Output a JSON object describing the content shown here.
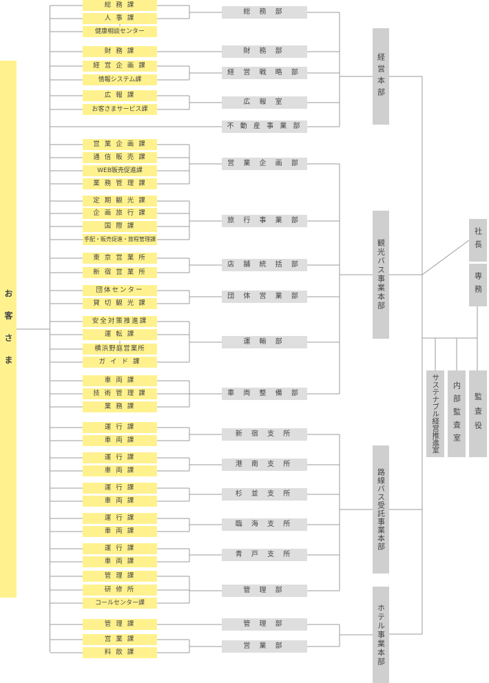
{
  "customer": "お 客 さ ま",
  "groups": [
    {
      "sections": [
        "総 務 課",
        "人 事 課",
        "健康相談センター"
      ],
      "dept": "総 務 部"
    },
    {
      "sections": [
        "財 務 課"
      ],
      "dept": "財 務 部"
    },
    {
      "sections": [
        "経 営 企 画 課",
        "情報システム課"
      ],
      "dept": "経 営 戦 略 部"
    },
    {
      "sections": [
        "広 報 課",
        "お客さまサービス課"
      ],
      "dept": "広 報 室"
    },
    {
      "sections": [],
      "dept": "不 動 産 事 業 部"
    },
    {
      "sections": [
        "営 業 企 画 課",
        "通 信 販 売 課",
        "WEB販売促進課",
        "業 務 管 理 課"
      ],
      "dept": "営 業 企 画 部"
    },
    {
      "sections": [
        "定 期 観 光 課",
        "企 画 旅 行 課",
        "国 際 課",
        "手配・販売促進・旅程管理課"
      ],
      "dept": "旅 行 事 業 部"
    },
    {
      "sections": [
        "東 京 営 業 所",
        "新 宿 営 業 所"
      ],
      "dept": "店 舗 統 括 部"
    },
    {
      "sections": [
        "団体センター",
        "貸 切 観 光 課"
      ],
      "dept": "団 体 営 業 部"
    },
    {
      "sections": [
        "安全対策推進課",
        "運 転 課",
        "横浜野庭営業所",
        "ガ イ ド 課"
      ],
      "dept": "運 輸 部"
    },
    {
      "sections": [
        "車 両 課",
        "技 術 管 理 課",
        "業 務 課"
      ],
      "dept": "車 両 整 備 部"
    },
    {
      "sections": [
        "運 行 課",
        "車 両 課"
      ],
      "dept": "新 宿 支 所"
    },
    {
      "sections": [
        "運 行 課",
        "車 両 課"
      ],
      "dept": "港 南 支 所"
    },
    {
      "sections": [
        "運 行 課",
        "車 両 課"
      ],
      "dept": "杉 並 支 所"
    },
    {
      "sections": [
        "運 行 課",
        "車 両 課"
      ],
      "dept": "臨 海 支 所"
    },
    {
      "sections": [
        "運 行 課",
        "車 両 課"
      ],
      "dept": "青 戸 支 所"
    },
    {
      "sections": [
        "管 理 課",
        "研 修 所",
        "コールセンター課"
      ],
      "dept": "管 理 部"
    },
    {
      "sections": [
        "管 理 課"
      ],
      "dept": "管 理 部"
    },
    {
      "sections": [
        "営 業 課",
        "料 飲 課"
      ],
      "dept": "営 業 部"
    }
  ],
  "headquarters": [
    "経営本部",
    "観光バス事業本部",
    "路線バス受託事業本部",
    "ホテル事業本部"
  ],
  "executives": [
    "社長",
    "専務"
  ],
  "staff_units": [
    "サステナブル経営推進室",
    "内部監査室",
    "監査役"
  ]
}
